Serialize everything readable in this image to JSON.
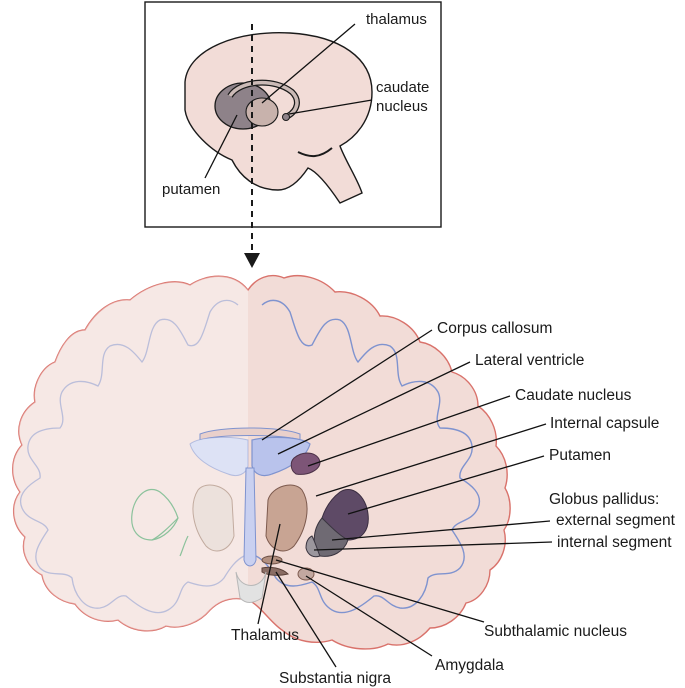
{
  "inset": {
    "labels": {
      "thalamus": "thalamus",
      "caudate_line1": "caudate",
      "caudate_line2": "nucleus",
      "putamen": "putamen"
    }
  },
  "section": {
    "labels": {
      "corpus_callosum": "Corpus callosum",
      "lateral_ventricle": "Lateral ventricle",
      "caudate_nucleus": "Caudate nucleus",
      "internal_capsule": "Internal capsule",
      "putamen": "Putamen",
      "globus_pallidus": "Globus pallidus:",
      "external_segment": "external segment",
      "internal_segment": "internal segment",
      "thalamus": "Thalamus",
      "subthalamic_nucleus": "Subthalamic nucleus",
      "amygdala": "Amygdala",
      "substantia_nigra": "Substantia nigra"
    }
  },
  "colors": {
    "brain_fill": "#f2dcd7",
    "cortex_outline": "#d9726b",
    "white_matter_outline": "#7f93cf",
    "ventricle": "#b9c3ec",
    "caudate": "#7d5577",
    "putamen": "#5e4a66",
    "globus_pallidus_external": "#6f6a73",
    "globus_pallidus_internal": "#9b969d",
    "thalamus": "#c8a493",
    "inset_dark": "#8e8289"
  }
}
